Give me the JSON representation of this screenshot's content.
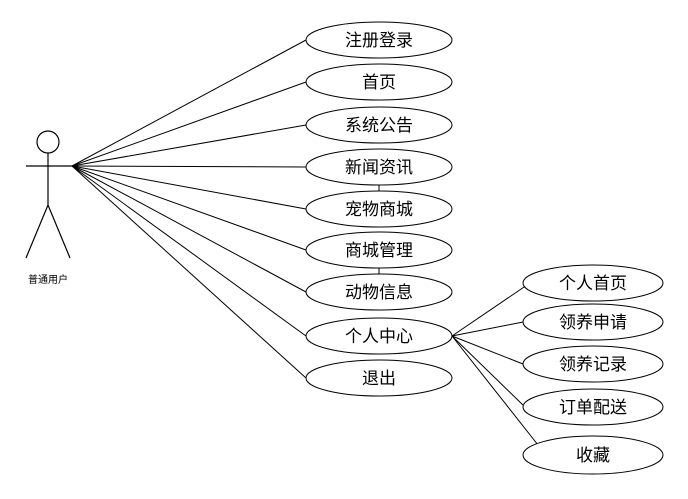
{
  "diagram": {
    "actor": {
      "label": "普通用户"
    },
    "use_cases": [
      {
        "id": "register_login",
        "label": "注册登录"
      },
      {
        "id": "home",
        "label": "首页"
      },
      {
        "id": "announcement",
        "label": "系统公告"
      },
      {
        "id": "news",
        "label": "新闻资讯"
      },
      {
        "id": "pet_mall",
        "label": "宠物商城"
      },
      {
        "id": "mall_manage",
        "label": "商城管理"
      },
      {
        "id": "animal_info",
        "label": "动物信息"
      },
      {
        "id": "personal_center",
        "label": "个人中心"
      },
      {
        "id": "logout",
        "label": "退出"
      }
    ],
    "sub_use_cases": [
      {
        "id": "personal_home",
        "label": "个人首页"
      },
      {
        "id": "adoption_apply",
        "label": "领养申请"
      },
      {
        "id": "adoption_record",
        "label": "领养记录"
      },
      {
        "id": "order_delivery",
        "label": "订单配送"
      },
      {
        "id": "favorites",
        "label": "收藏"
      }
    ]
  }
}
